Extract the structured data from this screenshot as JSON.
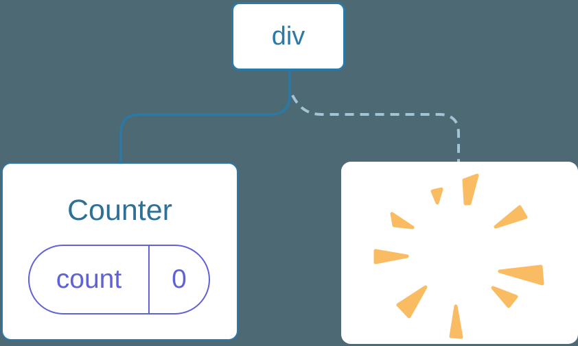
{
  "diagram": {
    "root_node": {
      "label": "div"
    },
    "counter_card": {
      "title": "Counter",
      "state": {
        "key": "count",
        "value": "0"
      }
    },
    "poof_card": {
      "icon": "poof-burst-icon"
    },
    "edges": [
      {
        "from": "div",
        "to": "Counter",
        "style": "solid"
      },
      {
        "from": "div",
        "to": "poof",
        "style": "dashed"
      }
    ]
  },
  "colors": {
    "background": "#4d6973",
    "node_blue": "#2b79a6",
    "title_blue": "#2e7096",
    "dashed_blue": "#a2c4d7",
    "state_indigo": "#5f61d6",
    "poof_orange": "#fabc62",
    "card_white": "#ffffff"
  },
  "icons": {
    "poof": {
      "name": "poof-burst-icon",
      "spikes": [
        "133,43 146,40 140,60",
        "179,27 198,20 187,61 181,61",
        "225,95 260,66 269,81",
        "74,76 77,93 104,96",
        "50,130 50,147 96,138",
        "123,183 83,209 99,226",
        "167,211 160,255 175,256",
        "231,160 291,153 293,178",
        "221,184 255,197 244,211"
      ]
    }
  }
}
